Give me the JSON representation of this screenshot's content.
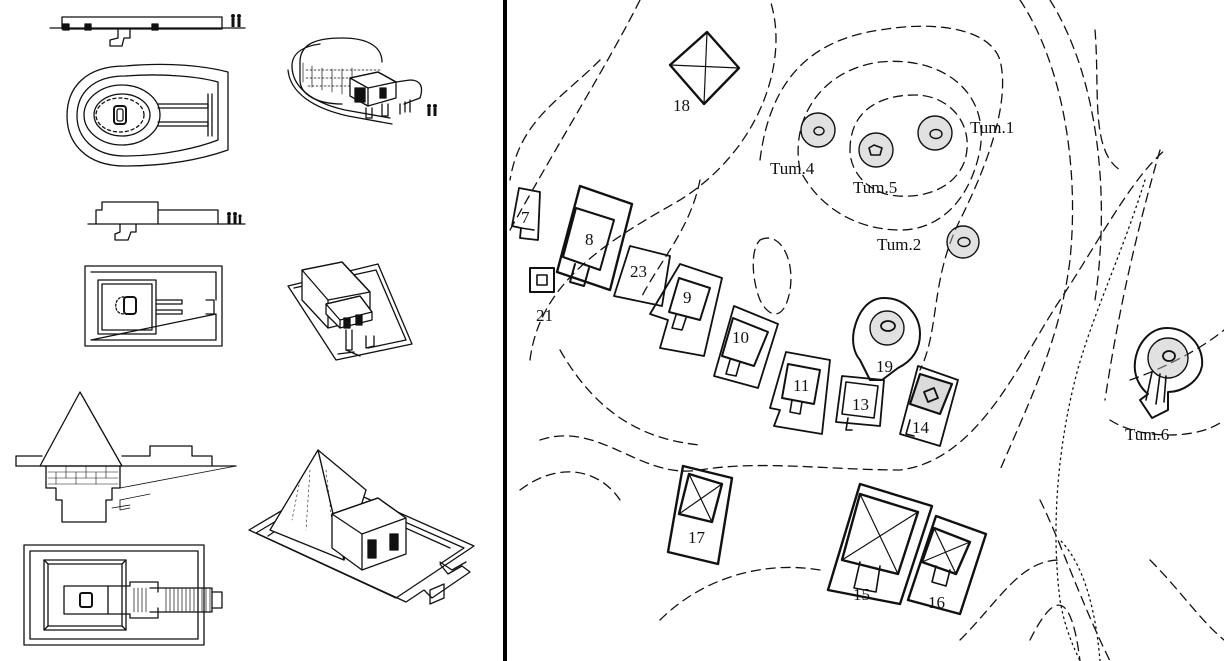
{
  "colors": {
    "ink": "#111111",
    "stipple": "#bdbdbd",
    "background": "#ffffff",
    "divider": "#000000"
  },
  "left_panel": {
    "drawings": [
      "tumulus-section",
      "tumulus-plan",
      "tumulus-axonometric",
      "mastaba-section",
      "mastaba-plan",
      "mastaba-axonometric",
      "pyramid-section",
      "pyramid-plan",
      "pyramid-axonometric"
    ]
  },
  "site_plan": {
    "tombs": [
      {
        "id": "7",
        "label": "7"
      },
      {
        "id": "8",
        "label": "8"
      },
      {
        "id": "9",
        "label": "9"
      },
      {
        "id": "10",
        "label": "10"
      },
      {
        "id": "11",
        "label": "11"
      },
      {
        "id": "13",
        "label": "13"
      },
      {
        "id": "14",
        "label": "14"
      },
      {
        "id": "15",
        "label": "15"
      },
      {
        "id": "16",
        "label": "16"
      },
      {
        "id": "17",
        "label": "17"
      },
      {
        "id": "18",
        "label": "18"
      },
      {
        "id": "19",
        "label": "19"
      },
      {
        "id": "21",
        "label": "21"
      },
      {
        "id": "23",
        "label": "23"
      }
    ],
    "tumuli": [
      {
        "id": "tum1",
        "label": "Tum.1"
      },
      {
        "id": "tum2",
        "label": "Tum.2"
      },
      {
        "id": "tum4",
        "label": "Tum.4"
      },
      {
        "id": "tum5",
        "label": "Tum.5"
      },
      {
        "id": "tum6",
        "label": "Tum.6"
      }
    ]
  }
}
